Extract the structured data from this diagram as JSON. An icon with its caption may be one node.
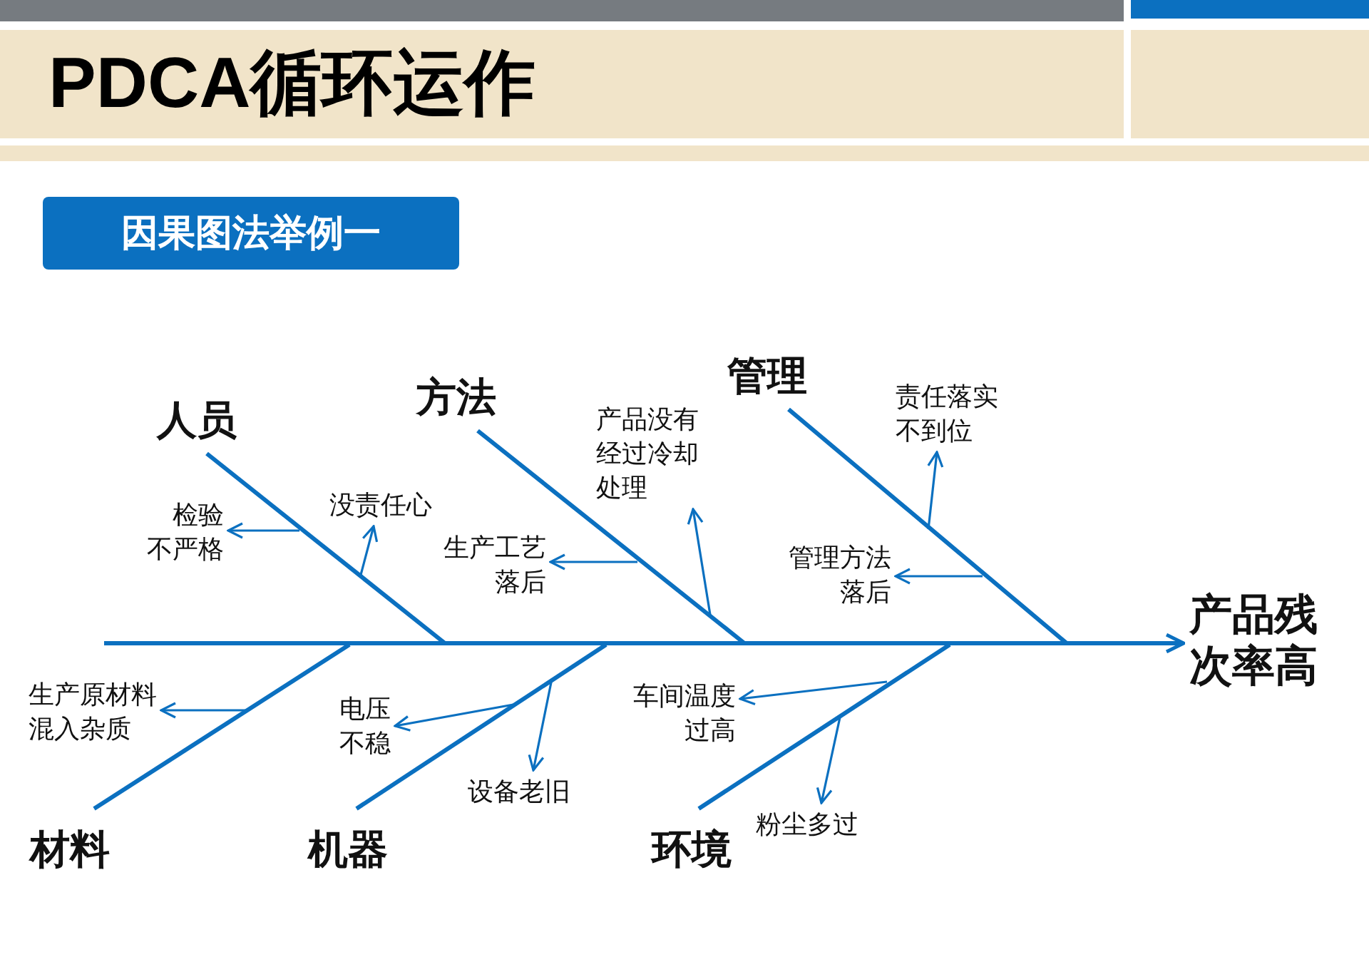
{
  "diagram": {
    "title": "PDCA循环运作",
    "nodes": [
      {
        "text": [
          "人员"
        ]
      },
      {
        "text": [
          "方法"
        ]
      },
      {
        "text": [
          "管理"
        ]
      },
      {
        "text": [
          "产品残次率高"
        ]
      },
      {
        "text": [
          "材料"
        ]
      },
      {
        "text": [
          "机器"
        ]
      },
      {
        "text": [
          "环境"
        ]
      },
      {
        "text": [
          "检验不严格"
        ]
      },
      {
        "text": [
          "没责任心"
        ]
      },
      {
        "text": [
          "生产工艺落后"
        ]
      },
      {
        "text": [
          "产品没有经过冷却处理"
        ]
      },
      {
        "text": [
          "责任落实不到位"
        ]
      },
      {
        "text": [
          "管理方法落后"
        ]
      },
      {
        "text": [
          "生产原材料混入杂质"
        ]
      },
      {
        "text": [
          "电压不稳"
        ]
      },
      {
        "text": [
          "设备老旧"
        ]
      },
      {
        "text": [
          "车间温度过高"
        ]
      },
      {
        "text": [
          "粉尘多过"
        ]
      }
    ],
    "edges": [
      {
        "from": null,
        "to": 3,
        "arrow": "to"
      },
      {
        "from": 0,
        "to": null,
        "arrow": "none"
      },
      {
        "from": 1,
        "to": null,
        "arrow": "none"
      },
      {
        "from": 2,
        "to": null,
        "arrow": "none"
      },
      {
        "from": 4,
        "to": null,
        "arrow": "none"
      },
      {
        "from": 5,
        "to": null,
        "arrow": "none"
      },
      {
        "from": 6,
        "to": null,
        "arrow": "none"
      },
      {
        "from": null,
        "to": 7,
        "arrow": "to"
      },
      {
        "from": null,
        "to": 8,
        "arrow": "to"
      },
      {
        "from": null,
        "to": 9,
        "arrow": "to"
      },
      {
        "from": null,
        "to": 10,
        "arrow": "to"
      },
      {
        "from": null,
        "to": 11,
        "arrow": "to"
      },
      {
        "from": null,
        "to": 12,
        "arrow": "to"
      },
      {
        "from": null,
        "to": 13,
        "arrow": "to"
      },
      {
        "from": null,
        "to": 14,
        "arrow": "to"
      },
      {
        "from": null,
        "to": 15,
        "arrow": "to"
      },
      {
        "from": null,
        "to": 16,
        "arrow": "to"
      },
      {
        "from": null,
        "to": 17,
        "arrow": "to"
      }
    ],
    "labels": [
      "因果图法举例一"
    ]
  }
}
